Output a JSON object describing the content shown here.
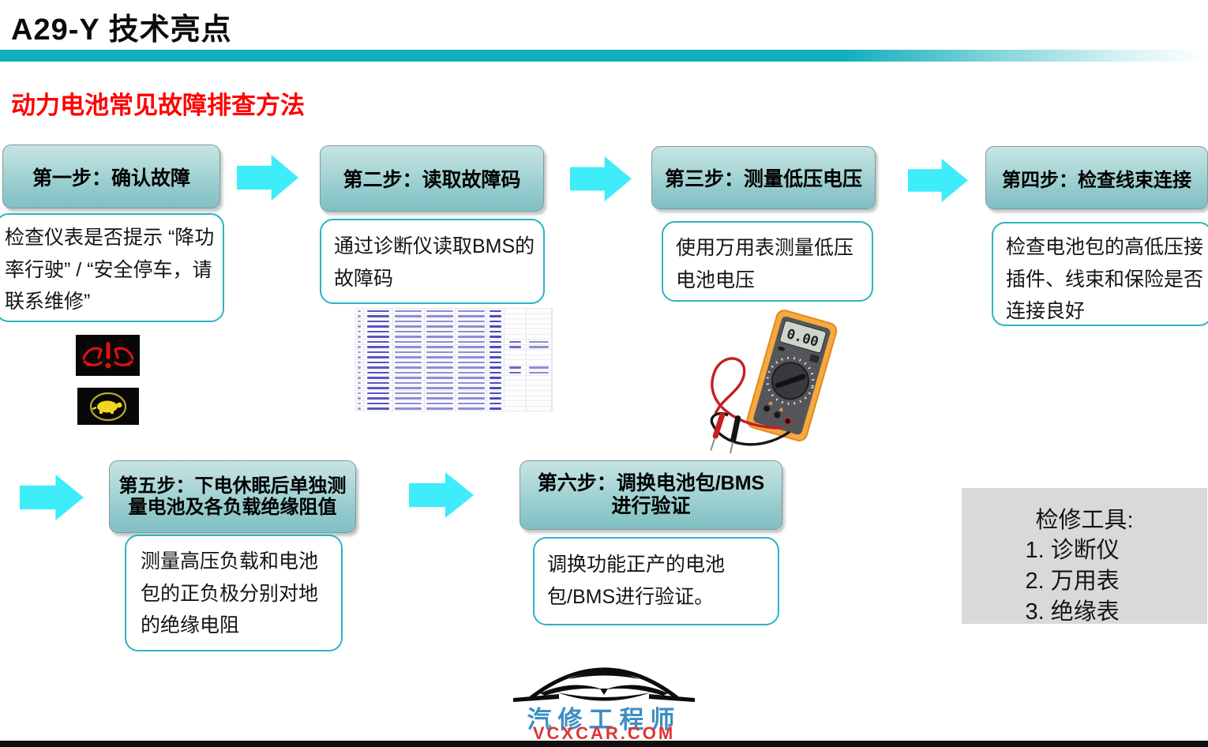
{
  "header": {
    "title": "A29-Y 技术亮点"
  },
  "section": {
    "heading": "动力电池常见故障排查方法"
  },
  "steps": [
    {
      "label": "第一步：确认故障",
      "detail": "检查仪表是否提示 “降功率行驶” / “安全停车，请联系维修”"
    },
    {
      "label": "第二步：读取故障码",
      "detail": "通过诊断仪读取BMS的故障码"
    },
    {
      "label": "第三步：测量低压电压",
      "detail": "使用万用表测量低压电池电压"
    },
    {
      "label": "第四步：检查线束连接",
      "detail": "检查电池包的高低压接插件、线束和保险是否连接良好"
    },
    {
      "label": "第五步：下电休眠后单独测量电池及各负载绝缘阻值",
      "detail": "测量高压负载和电池包的正负极分别对地的绝缘电阻"
    },
    {
      "label": "第六步：调换电池包/BMS进行验证",
      "detail": "调换功能正产的电池包/BMS进行验证。"
    }
  ],
  "tools": {
    "title": "检修工具:",
    "items": [
      "1. 诊断仪",
      "2. 万用表",
      "3. 绝缘表"
    ]
  },
  "multimeter": {
    "display": "0.00"
  },
  "fault_table": {
    "rows": 20
  },
  "logo": {
    "name": "汽修工程师",
    "site": "VCXCAR.COM"
  },
  "colors": {
    "accent_teal": "#12aebc",
    "arrow_cyan": "#3fecfa",
    "detail_border": "#2ab4c4",
    "heading_red": "#ff0000",
    "tools_bg": "#d9d9d9",
    "logo_blue": "#3d8ec4",
    "logo_red": "#e03434"
  }
}
